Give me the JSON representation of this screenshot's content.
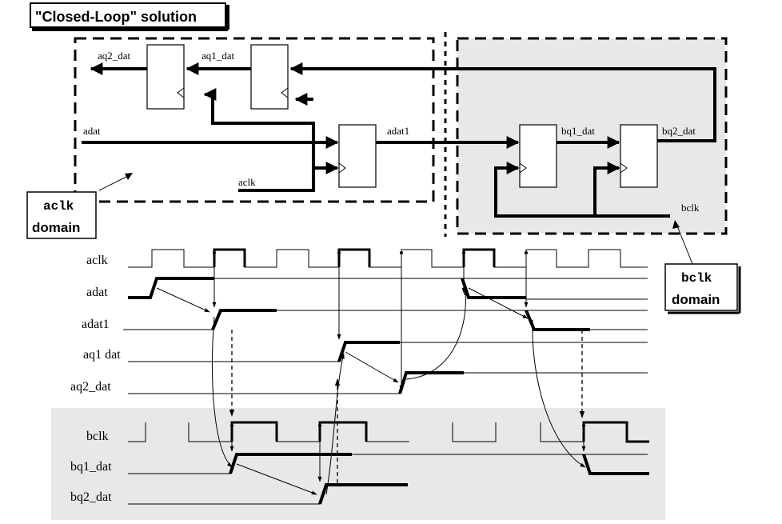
{
  "title": "\"Closed-Loop\" solution",
  "callouts": {
    "aclk_domain": {
      "line1": "aclk",
      "line2": "domain"
    },
    "bclk_domain": {
      "line1": "bclk",
      "line2": "domain"
    }
  },
  "schematic": {
    "aq2_dat": "aq2_dat",
    "aq1_dat": "aq1_dat",
    "adat": "adat",
    "adat1": "adat1",
    "aclk": "aclk",
    "bq1_dat": "bq1_dat",
    "bq2_dat": "bq2_dat",
    "bclk": "bclk"
  },
  "waveform_labels": {
    "aclk": "aclk",
    "adat": "adat",
    "adat1": "adat1",
    "aq1_dat": "aq1  dat",
    "aq2_dat": "aq2_dat",
    "bclk": "bclk",
    "bq1_dat": "bq1_dat",
    "bq2_dat": "bq2_dat"
  },
  "colors": {
    "ink": "#000000",
    "bclk_domain_fill": "#e8e8e8",
    "background": "#ffffff"
  }
}
